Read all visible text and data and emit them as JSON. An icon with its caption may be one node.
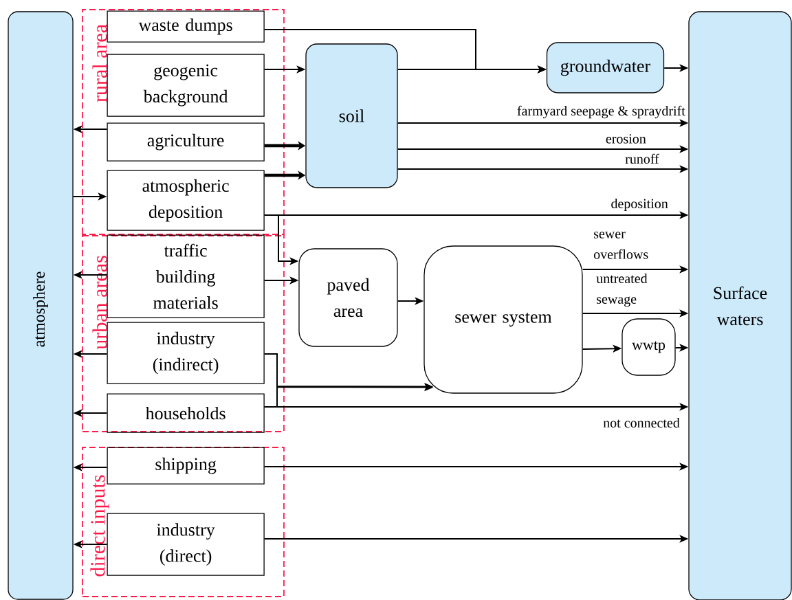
{
  "diagram": {
    "nodes": [
      {
        "text": [
          "atmosphere"
        ]
      },
      {
        "text": [
          "rural area"
        ]
      },
      {
        "text": [
          "waste dumps"
        ],
        "in": 1
      },
      {
        "text": [
          "geogenic background"
        ],
        "in": 1
      },
      {
        "text": [
          "agriculture"
        ],
        "in": 1
      },
      {
        "text": [
          "atmospheric deposition"
        ],
        "in": 1
      },
      {
        "text": [
          "urban areas"
        ]
      },
      {
        "text": [
          "traffic building materials"
        ],
        "in": 6
      },
      {
        "text": [
          "industry (indirect)"
        ],
        "in": 6
      },
      {
        "text": [
          "households"
        ],
        "in": 6
      },
      {
        "text": [
          "direct inputs"
        ]
      },
      {
        "text": [
          "shipping"
        ],
        "in": 10
      },
      {
        "text": [
          "industry (direct)"
        ],
        "in": 10
      },
      {
        "text": [
          "soil"
        ]
      },
      {
        "text": [
          "groundwater"
        ]
      },
      {
        "text": [
          "paved area"
        ]
      },
      {
        "text": [
          "sewer system"
        ]
      },
      {
        "text": [
          "wwtp"
        ]
      },
      {
        "text": [
          "Surface waters"
        ]
      }
    ],
    "edges": [
      {
        "from": 2,
        "to": 14,
        "arrow": "to"
      },
      {
        "from": 3,
        "to": 13,
        "arrow": "to"
      },
      {
        "from": 4,
        "to": 13,
        "arrow": "to",
        "style": "thick"
      },
      {
        "from": 5,
        "to": 13,
        "arrow": "to",
        "style": "thick"
      },
      {
        "from": 4,
        "to": 0,
        "arrow": "to"
      },
      {
        "from": 0,
        "to": 5,
        "arrow": "to"
      },
      {
        "from": 5,
        "to": 18,
        "arrow": "to",
        "label": "deposition"
      },
      {
        "from": 5,
        "to": 15,
        "arrow": "to"
      },
      {
        "from": 7,
        "to": 15,
        "arrow": "to"
      },
      {
        "from": 7,
        "to": 0,
        "arrow": "to"
      },
      {
        "from": 8,
        "to": 0,
        "arrow": "to"
      },
      {
        "from": 8,
        "to": 16,
        "arrow": "to"
      },
      {
        "from": 9,
        "to": 16,
        "arrow": "to"
      },
      {
        "from": 9,
        "to": 18,
        "arrow": "to",
        "label": "not connected"
      },
      {
        "from": 9,
        "to": 0,
        "arrow": "to"
      },
      {
        "from": 11,
        "to": 0,
        "arrow": "to"
      },
      {
        "from": 11,
        "to": 18,
        "arrow": "to"
      },
      {
        "from": 12,
        "to": 0,
        "arrow": "to"
      },
      {
        "from": 12,
        "to": 18,
        "arrow": "to"
      },
      {
        "from": 13,
        "to": 14,
        "arrow": "to"
      },
      {
        "from": 13,
        "to": 18,
        "arrow": "to",
        "label": "farmyard seepage & spraydrift"
      },
      {
        "from": 13,
        "to": 18,
        "arrow": "to",
        "label": "erosion"
      },
      {
        "from": 13,
        "to": 18,
        "arrow": "to",
        "label": "runoff"
      },
      {
        "from": 14,
        "to": 18,
        "arrow": "to"
      },
      {
        "from": 15,
        "to": 16,
        "arrow": "to"
      },
      {
        "from": 16,
        "to": 18,
        "arrow": "to",
        "label": "sewer overflows"
      },
      {
        "from": 16,
        "to": 18,
        "arrow": "to",
        "label": "untreated sewage"
      },
      {
        "from": 16,
        "to": 17,
        "arrow": "to"
      },
      {
        "from": 17,
        "to": 18,
        "arrow": "to"
      }
    ]
  }
}
